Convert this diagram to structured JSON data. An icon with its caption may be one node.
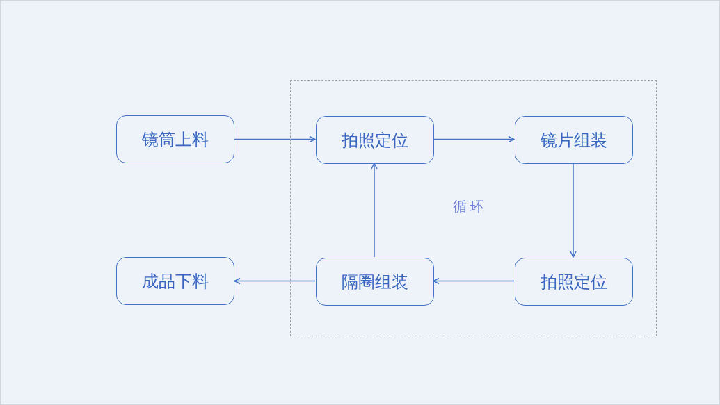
{
  "diagram": {
    "nodes": [
      {
        "text": [
          "镜筒上料"
        ]
      },
      {
        "text": [
          "循环"
        ]
      },
      {
        "text": [
          "拍照定位"
        ],
        "in": 1
      },
      {
        "text": [
          "镜片组装"
        ],
        "in": 1
      },
      {
        "text": [
          "拍照定位"
        ],
        "in": 1
      },
      {
        "text": [
          "隔圈组装"
        ],
        "in": 1
      },
      {
        "text": [
          "成品下料"
        ]
      }
    ],
    "edges": [
      {
        "from": 0,
        "to": 2,
        "arrow": "to"
      },
      {
        "from": 2,
        "to": 3,
        "arrow": "to"
      },
      {
        "from": 3,
        "to": 4,
        "arrow": "to"
      },
      {
        "from": 4,
        "to": 5,
        "arrow": "to"
      },
      {
        "from": 5,
        "to": 2,
        "arrow": "to"
      },
      {
        "from": 5,
        "to": 6,
        "arrow": "to"
      }
    ]
  }
}
